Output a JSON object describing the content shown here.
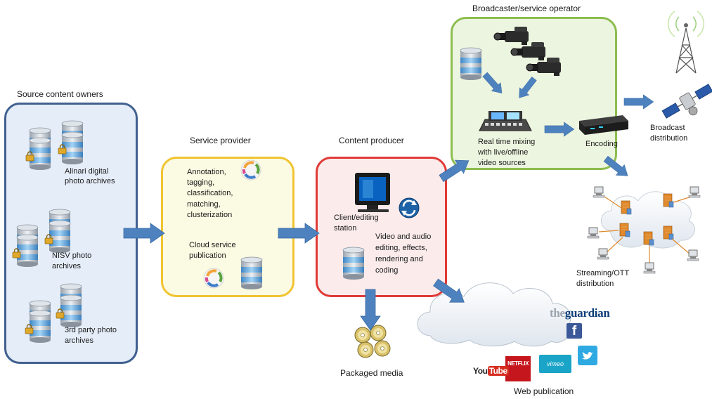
{
  "source_owners": {
    "title": "Source content owners",
    "items": [
      {
        "label_l1": "Alinari digital",
        "label_l2": "photo archives"
      },
      {
        "label_l1": "NISV photo",
        "label_l2": "archives"
      },
      {
        "label_l1": "3rd party photo",
        "label_l2": "archives"
      }
    ]
  },
  "service_provider": {
    "title": "Service provider",
    "tasks": [
      "Annotation,",
      "tagging,",
      "classification,",
      "matching,",
      "clusterization"
    ],
    "cloud_l1": "Cloud service",
    "cloud_l2": "publication"
  },
  "content_producer": {
    "title": "Content producer",
    "station_l1": "Client/editing",
    "station_l2": "station",
    "editing": [
      "Video and audio",
      "editing, effects,",
      "rendering and",
      "coding"
    ]
  },
  "broadcaster": {
    "title": "Broadcaster/service operator",
    "mixing": [
      "Real time mixing",
      "with live/offline",
      "video sources"
    ],
    "encoding": "Encoding"
  },
  "outputs": {
    "broadcast_l1": "Broadcast",
    "broadcast_l2": "distribution",
    "streaming_l1": "Streaming/OTT",
    "streaming_l2": "distribution",
    "packaged": "Packaged media",
    "web": "Web publication"
  },
  "logos": {
    "guardian_the": "the",
    "guardian_name": "guardian",
    "facebook": "f",
    "vimeo": "vimeo",
    "youtube_you": "You",
    "youtube_tube": "Tube",
    "netflix": "NETFLIX"
  },
  "colors": {
    "source_border": "#41618f",
    "source_fill": "#e5edf9",
    "provider_border": "#f0c430",
    "provider_fill": "#fbfae2",
    "producer_border": "#e03a36",
    "producer_fill": "#fbebeb",
    "broadcaster_border": "#8dbd4f",
    "broadcaster_fill": "#ecf5df",
    "arrow": "#4e82bf"
  }
}
